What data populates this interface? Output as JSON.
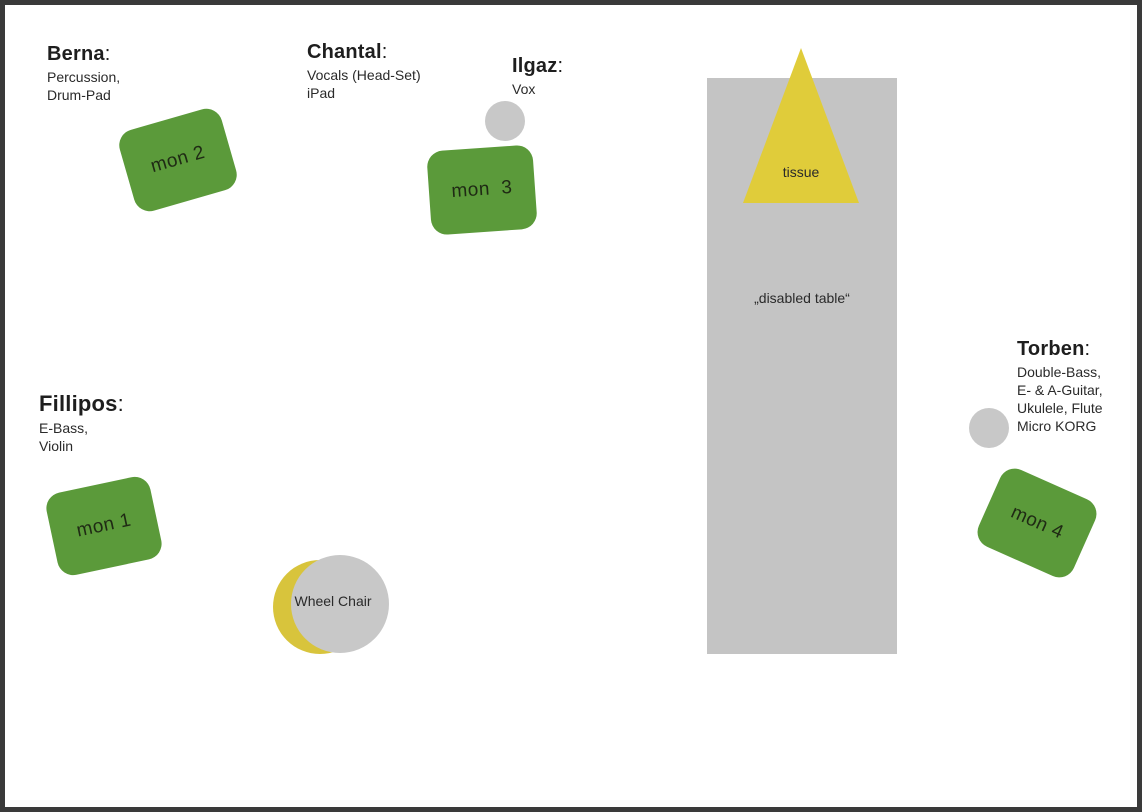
{
  "musicians": {
    "berna": {
      "name": "Berna",
      "colon": ":",
      "instruments": [
        "Percussion,",
        "Drum-Pad"
      ]
    },
    "chantal": {
      "name": "Chantal",
      "colon": ":",
      "instruments": [
        "Vocals (Head-Set)",
        "iPad"
      ]
    },
    "ilgaz": {
      "name": "Ilgaz",
      "colon": ":",
      "instruments": [
        "Vox"
      ]
    },
    "fillipos": {
      "name": "Fillipos",
      "colon": ":",
      "instruments": [
        "E-Bass,",
        "Violin"
      ]
    },
    "torben": {
      "name": "Torben",
      "colon": ":",
      "instruments": [
        "Double-Bass,",
        "E- & A-Guitar,",
        "Ukulele, Flute",
        "Micro KORG"
      ]
    }
  },
  "monitors": {
    "mon1": "mon 1",
    "mon2": "mon 2",
    "mon3": "mon  3",
    "mon4": "mon 4"
  },
  "props": {
    "wheelchair": "Wheel Chair",
    "table": "„disabled table“",
    "tissue": "tissue"
  },
  "colors": {
    "monitor": "#5b9a3a",
    "mic": "#c8c8c8",
    "table": "#c4c4c4",
    "tissue": "#e0cc3a",
    "wheelchair_back": "#d8c43c",
    "border": "#3a3a3a"
  }
}
